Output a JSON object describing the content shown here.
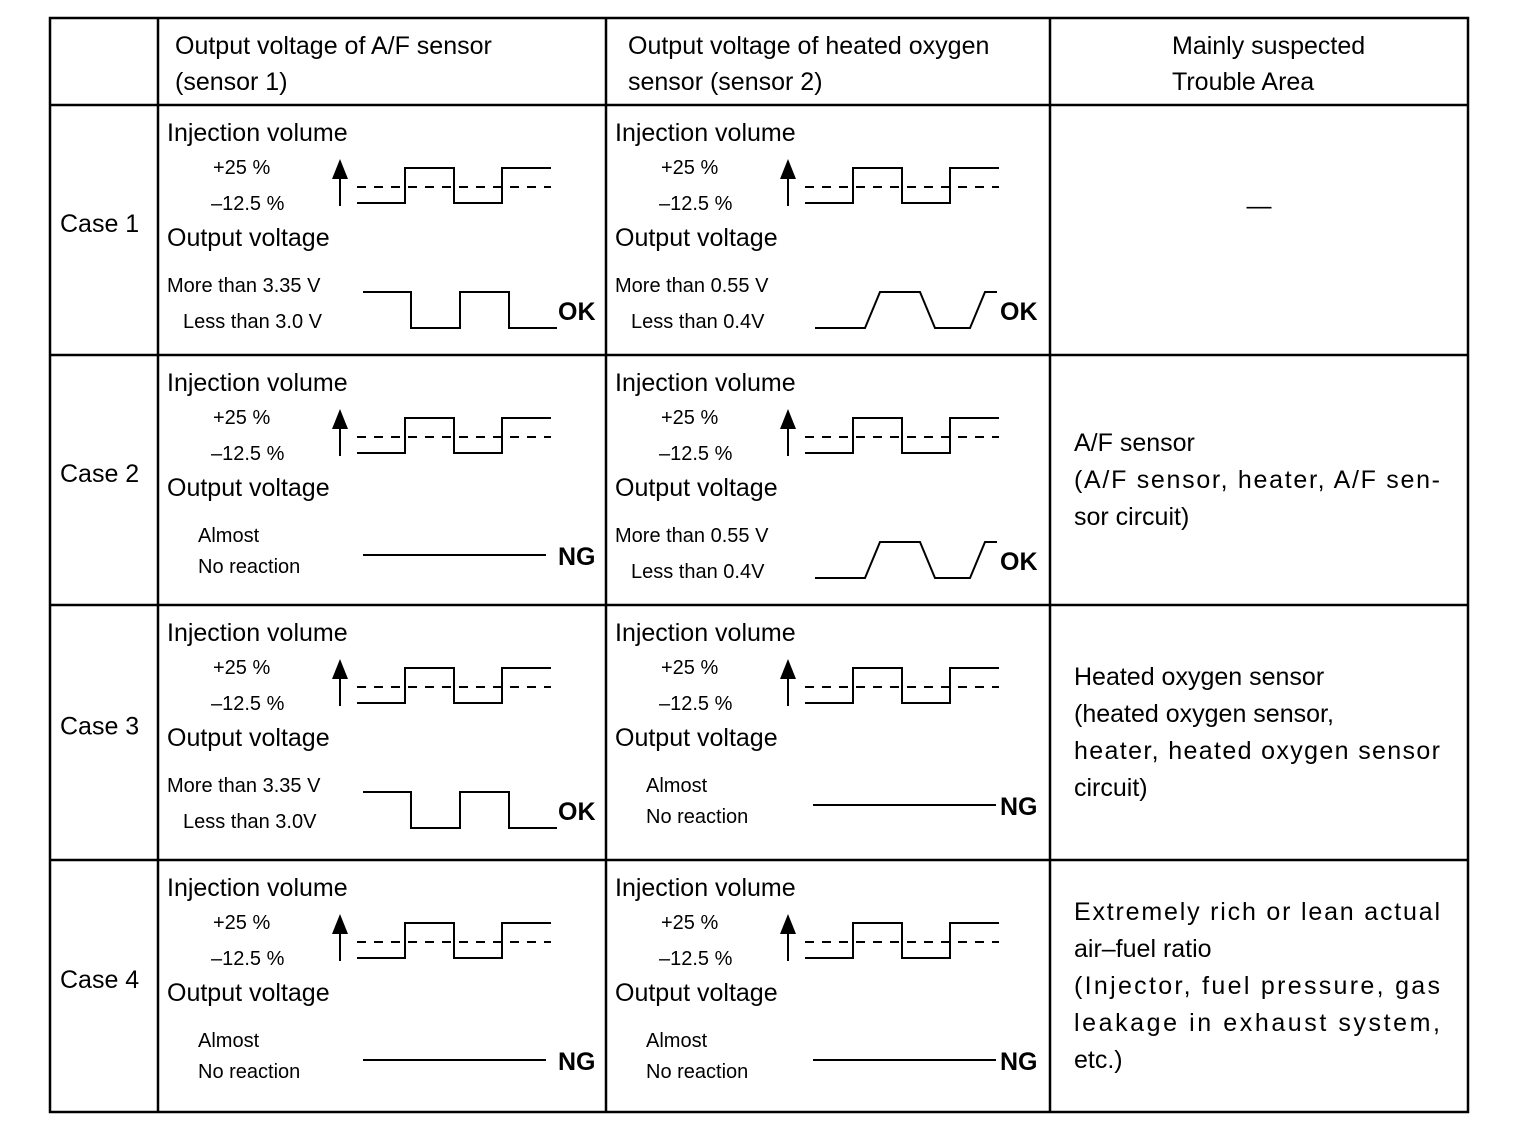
{
  "table": {
    "headers": [
      "",
      [
        "Output voltage of A/F sensor",
        "(sensor 1)"
      ],
      [
        "Output voltage of heated oxygen",
        "sensor (sensor 2)"
      ],
      [
        "Mainly suspected",
        "Trouble Area"
      ]
    ],
    "rows": [
      {
        "case": "Case 1",
        "af": {
          "inj_title": "Injection volume",
          "inj_high": "+25 %",
          "inj_low": "–12.5 %",
          "out_title": "Output voltage",
          "label1": "More than 3.35 V",
          "label2": "Less than 3.0 V",
          "wave": "af",
          "result": "OK"
        },
        "ho2": {
          "inj_title": "Injection volume",
          "inj_high": "+25 %",
          "inj_low": "–12.5 %",
          "out_title": "Output voltage",
          "label1": "More than 0.55 V",
          "label2": "Less than 0.4V",
          "wave": "ho2",
          "result": "OK"
        },
        "trouble": [
          "—"
        ]
      },
      {
        "case": "Case 2",
        "af": {
          "inj_title": "Injection volume",
          "inj_high": "+25 %",
          "inj_low": "–12.5 %",
          "out_title": "Output voltage",
          "label1": "Almost",
          "label2": "No reaction",
          "wave": "flat",
          "result": "NG"
        },
        "ho2": {
          "inj_title": "Injection volume",
          "inj_high": "+25 %",
          "inj_low": "–12.5 %",
          "out_title": "Output voltage",
          "label1": "More than 0.55 V",
          "label2": "Less than 0.4V",
          "wave": "ho2",
          "result": "OK"
        },
        "trouble": [
          "A/F sensor",
          "(A/F sensor, heater, A/F sen-",
          "sor circuit)"
        ]
      },
      {
        "case": "Case 3",
        "af": {
          "inj_title": "Injection volume",
          "inj_high": "+25 %",
          "inj_low": "–12.5 %",
          "out_title": "Output voltage",
          "label1": "More than 3.35 V",
          "label2": "Less than 3.0V",
          "wave": "af",
          "result": "OK"
        },
        "ho2": {
          "inj_title": "Injection volume",
          "inj_high": "+25 %",
          "inj_low": "–12.5 %",
          "out_title": "Output voltage",
          "label1": "Almost",
          "label2": "No reaction",
          "wave": "flat",
          "result": "NG"
        },
        "trouble": [
          "Heated oxygen sensor",
          "(heated oxygen sensor,",
          "heater, heated oxygen sensor",
          "circuit)"
        ]
      },
      {
        "case": "Case 4",
        "af": {
          "inj_title": "Injection volume",
          "inj_high": "+25 %",
          "inj_low": "–12.5 %",
          "out_title": "Output voltage",
          "label1": "Almost",
          "label2": "No reaction",
          "wave": "flat",
          "result": "NG"
        },
        "ho2": {
          "inj_title": "Injection volume",
          "inj_high": "+25 %",
          "inj_low": "–12.5 %",
          "out_title": "Output voltage",
          "label1": "Almost",
          "label2": "No reaction",
          "wave": "flat",
          "result": "NG"
        },
        "trouble": [
          "Extremely rich or lean actual",
          "air–fuel ratio",
          "(Injector, fuel pressure, gas",
          "leakage in exhaust system,",
          "etc.)"
        ]
      }
    ]
  }
}
